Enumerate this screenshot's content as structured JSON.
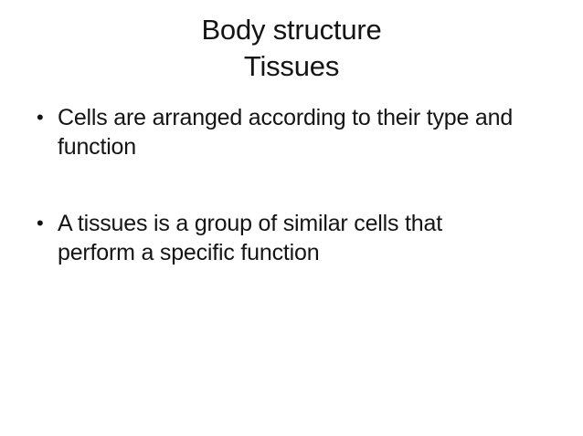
{
  "slide": {
    "background_color": "#ffffff",
    "text_color": "#141414",
    "bullet_char": "•",
    "title": {
      "text": "Body structure Tissues",
      "lines": [
        "Body structure",
        "Tissues"
      ]
    },
    "bullets": [
      {
        "text": "Cells are arranged according to their type and function",
        "lines": [
          "Cells are arranged according to their type and",
          "function"
        ]
      },
      {
        "text": "A tissues is a group of similar cells that perform a specific function",
        "lines": [
          "A tissues is a group of similar cells that",
          "perform a specific function"
        ]
      }
    ]
  }
}
